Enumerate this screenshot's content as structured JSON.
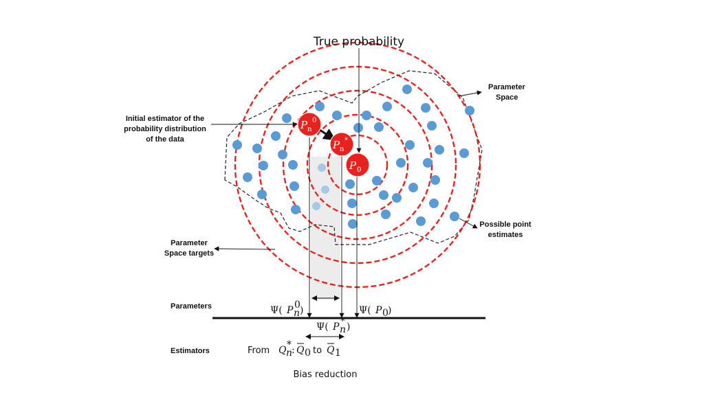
{
  "title": "True probability",
  "labels": {
    "parameter_space": [
      "Parameter",
      "Space"
    ],
    "initial_estimator": [
      "Initial estimator of the",
      "probability distribution",
      "of the data"
    ],
    "possible_point": [
      "Possible point",
      "estimates"
    ],
    "parameter_space_targets": [
      "Parameter",
      "Space targets"
    ],
    "parameters": "Parameters",
    "estimators": "Estimators",
    "bias_reduction": "Bias reduction"
  },
  "nodes": {
    "pn0": {
      "main": "P",
      "sub": "n",
      "sup": "0"
    },
    "pnstar": {
      "main": "P",
      "sub": "n",
      "sup": "*"
    },
    "p0": {
      "main": "P",
      "sub": "0"
    }
  },
  "math": {
    "psi_pn0": {
      "pre": "Ψ(",
      "main": "P",
      "sub": "n",
      "sup": "0",
      "post": ")"
    },
    "psi_p0": {
      "pre": "Ψ(",
      "main": "P",
      "sub": "0",
      "post": ")"
    },
    "psi_pnstar": {
      "pre": "Ψ(",
      "main": "P",
      "sub": "n",
      "sup": "*",
      "post": ")"
    },
    "from": {
      "word": "From",
      "q": "Q",
      "q_sub": "n",
      "q_sup": "*",
      "colon": ":",
      "q0": "Q",
      "q0_sub": "0",
      "to": "to",
      "q1": "Q",
      "q1_sub": "1"
    }
  },
  "colors": {
    "ring": "#e8231f",
    "dot": "#5b9bd5",
    "node": "#e8231f",
    "space": "#222222",
    "band": "#eeeeee"
  }
}
